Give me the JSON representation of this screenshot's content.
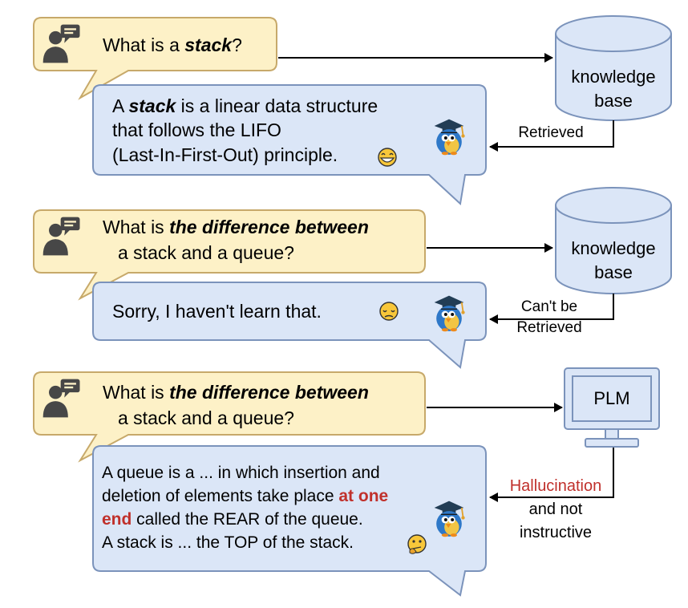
{
  "panel1": {
    "question": {
      "prefix": "What is a ",
      "emphasis": "stack",
      "suffix": "?"
    },
    "answer": {
      "line1_prefix": "A ",
      "line1_emphasis": "stack",
      "line1_suffix": " is a linear data structure",
      "line2": "that follows the LIFO",
      "line3": "(Last-In-First-Out) principle.",
      "emoji": "grinning-face"
    },
    "store": {
      "line1": "knowledge",
      "line2": "base"
    },
    "edge_label": "Retrieved"
  },
  "panel2": {
    "question": {
      "prefix": "What is ",
      "emphasis": "the difference between",
      "line2": "a stack and a queue?"
    },
    "answer": {
      "text": "Sorry, I haven't learn that.",
      "emoji": "pensive-face"
    },
    "store": {
      "line1": "knowledge",
      "line2": "base"
    },
    "edge_label": {
      "line1": "Can't be",
      "line2": "Retrieved"
    }
  },
  "panel3": {
    "question": {
      "prefix": "What is ",
      "emphasis": "the difference between",
      "line2": "a stack and a queue?"
    },
    "answer": {
      "line1": "A queue is a ... in which insertion and",
      "line2_prefix": "deletion of elements take place ",
      "line2_emphasis": "at one",
      "line3_emphasis": "end",
      "line3_suffix": " called the REAR of the queue.",
      "line4": "A stack is ... the TOP of the stack.",
      "emoji": "thinking-face"
    },
    "model": {
      "label": "PLM"
    },
    "edge_label": {
      "line1": "Hallucination",
      "line2": "and not",
      "line3": "instructive"
    }
  },
  "colors": {
    "question_fill": "#fdf1c7",
    "question_stroke": "#c7a96a",
    "answer_fill": "#dbe6f7",
    "answer_stroke": "#7b93bb",
    "store_fill": "#dbe6f7",
    "store_stroke": "#7b93bb",
    "emphasis_red": "#c0302b",
    "icon_dark": "#474747"
  },
  "icons": [
    "user-chat-icon",
    "robot-penguin-icon",
    "database-cylinder-icon",
    "monitor-icon"
  ]
}
